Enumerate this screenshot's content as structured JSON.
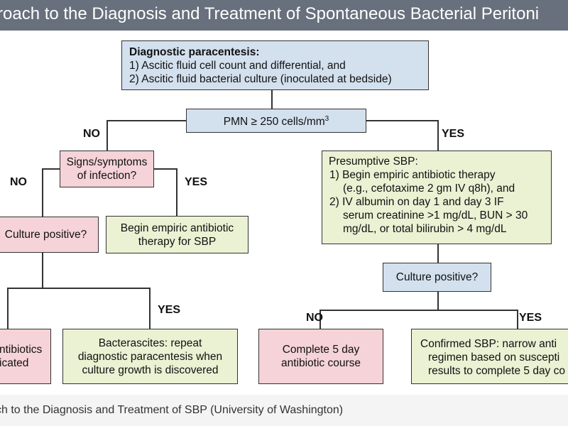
{
  "title": "roach to the Diagnosis and Treatment of Spontaneous Bacterial Peritoni",
  "caption": "ch to the Diagnosis and Treatment of SBP (University of Washington)",
  "colors": {
    "title_bar": "#67707c",
    "blue_box": "#d3e0ee",
    "pink_box": "#f5d3d8",
    "green_box": "#ebf1d3"
  },
  "nodes": {
    "paracentesis": {
      "heading": "Diagnostic paracentesis:",
      "line1": "1) Ascitic fluid cell count and differential, and",
      "line2": "2) Ascitic fluid bacterial culture (inoculated at bedside)"
    },
    "pmn": {
      "text": "PMN ≥ 250 cells/mm",
      "sup": "3"
    },
    "signs": {
      "line1": "Signs/symptoms",
      "line2": "of infection?"
    },
    "culture_left": {
      "text": "Culture positive?"
    },
    "empiric_left": {
      "line1": "Begin empiric antibiotic",
      "line2": "therapy for SBP"
    },
    "presumptive": {
      "heading": "Presumptive SBP:",
      "item1a": "1) Begin empiric antibiotic therapy",
      "item1b": "(e.g., cefotaxime 2 gm IV q8h), and",
      "item2a": "2) IV albumin on day 1 and day 3 IF",
      "item2b": "serum creatinine >1 mg/dL, BUN > 30",
      "item2c": "mg/dL, or total bilirubin > 4 mg/dL"
    },
    "culture_right": {
      "text": "Culture positive?"
    },
    "no_antibiotics": {
      "line1": "ntibiotics",
      "line2": "icated"
    },
    "bacterascites": {
      "line1": "Bacterascites: repeat",
      "line2": "diagnostic paracentesis when",
      "line3": "culture growth is discovered"
    },
    "complete5": {
      "line1": "Complete 5 day",
      "line2": "antibiotic course"
    },
    "confirmed": {
      "line1": "Confirmed SBP: narrow anti",
      "line2": "regimen based on suscepti",
      "line3": "results to complete 5 day co"
    }
  },
  "labels": {
    "pmn_no": "NO",
    "pmn_yes": "YES",
    "signs_no": "NO",
    "signs_yes": "YES",
    "culture_left_yes": "YES",
    "culture_right_no": "NO",
    "culture_right_yes": "YES"
  }
}
